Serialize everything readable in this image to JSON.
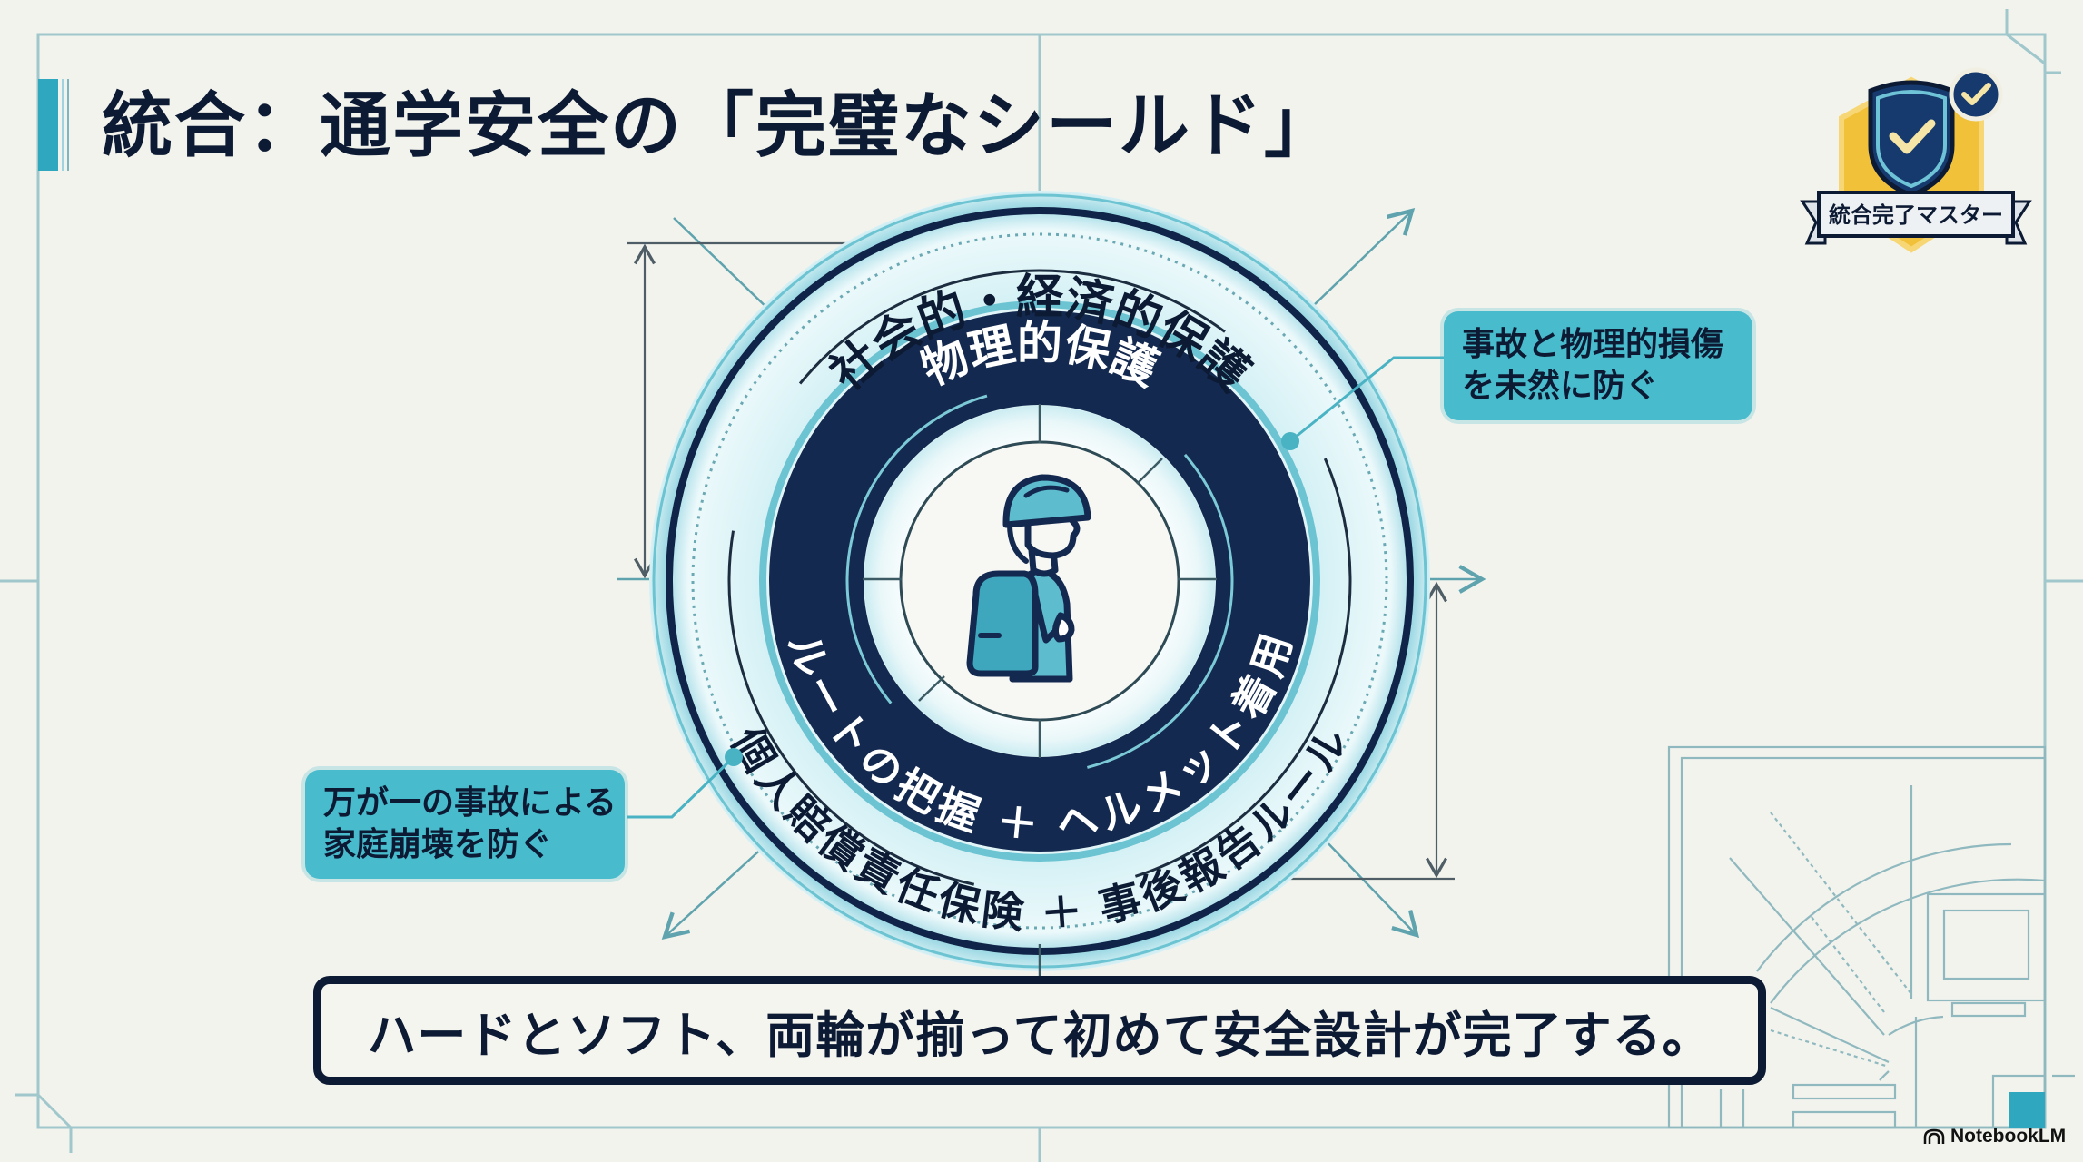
{
  "slide": {
    "title": "統合：通学安全の「完璧なシールド」",
    "badge": {
      "icon": "shield-check-icon",
      "label": "統合完了マスター"
    },
    "diagram": {
      "outer_ring_label": "社会的・経済的保護",
      "inner_ring_label": "物理的保護",
      "inner_ring_bottom_label": "ルートの把握 ＋ ヘルメット着用",
      "outer_ring_bottom_label": "個人賠償責任保険 ＋ 事後報告ルール",
      "center_icon": "student-with-helmet-and-backpack-icon"
    },
    "callouts": {
      "right": {
        "line1": "事故と物理的損傷",
        "line2": "を未然に防ぐ"
      },
      "left": {
        "line1": "万が一の事故による",
        "line2": "家庭崩壊を防ぐ"
      }
    },
    "summary": "ハードとソフト、両輪が揃って初めて安全設計が完了する。",
    "brand": "NotebookLM"
  },
  "colors": {
    "navy": "#0c1a33",
    "ring_navy": "#14294f",
    "cyan": "#48bccd",
    "accent": "#2ea7bf",
    "line": "#5e9ea8",
    "background": "#f3f3ee",
    "badge_gold": "#f2c13a"
  }
}
